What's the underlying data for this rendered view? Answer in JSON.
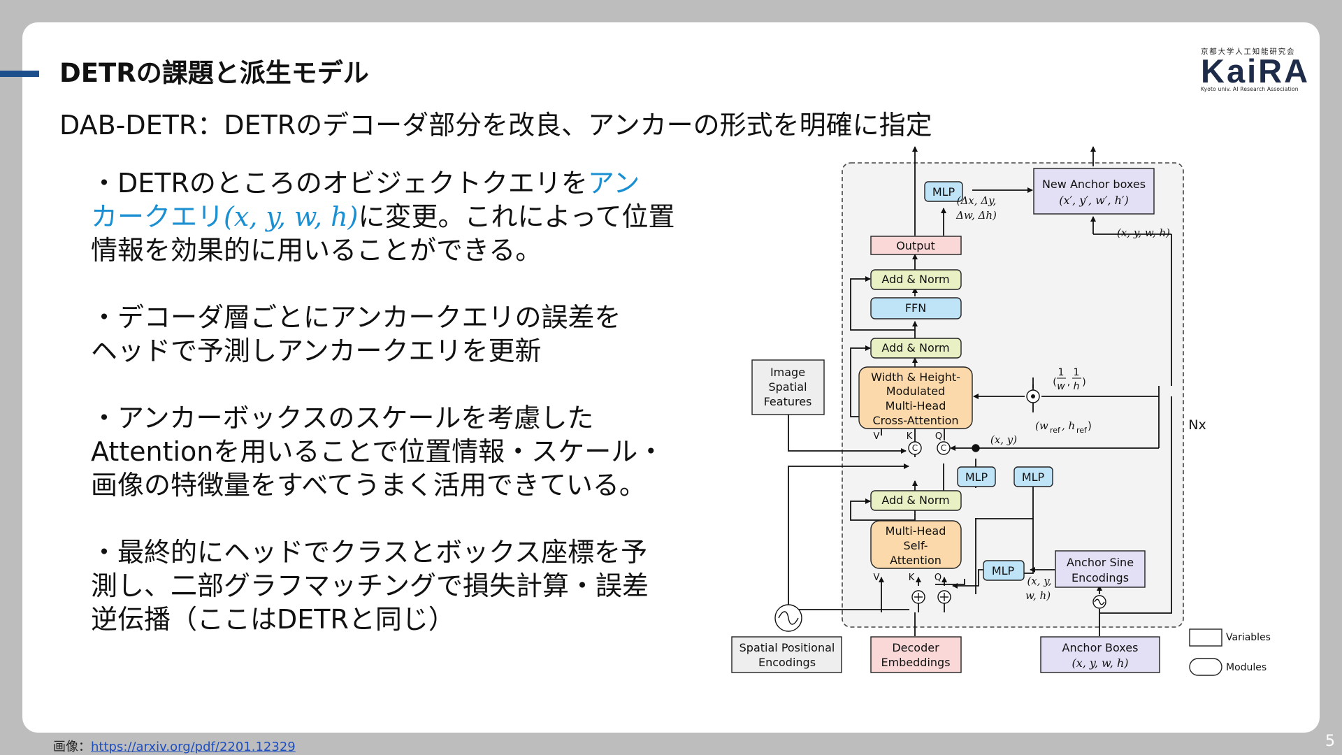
{
  "title": "DETRの課題と派生モデル",
  "subtitle": "DAB-DETR：DETRのデコーダ部分を改良、アンカーの形式を明確に指定",
  "logo": {
    "top": "京都大学人工知能研究会",
    "main": "KaiRA",
    "sub": "Kyoto univ. AI Research Association"
  },
  "bullets": [
    {
      "l1a": "・DETRのところのオビジェクトクエリを",
      "l1b": "アン",
      "l2a": "カークエリ",
      "l2b": "(x, y, w, h)",
      "l2c": "に変更。これによって位置",
      "l3": "情報を効果的に用いることができる。"
    },
    {
      "l1": "・デコーダ層ごとにアンカークエリの誤差を",
      "l2": "ヘッドで予測しアンカークエリを更新"
    },
    {
      "l1": "・アンカーボックスのスケールを考慮した",
      "l2": "Attentionを用いることで位置情報・スケール・",
      "l3": "画像の特徴量をすべてうまく活用できている。"
    },
    {
      "l1": "・最終的にヘッドでクラスとボックス座標を予",
      "l2": "測し、二部グラフマッチングで損失計算・誤差",
      "l3": "逆伝播（ここはDETRと同じ）"
    }
  ],
  "caption": {
    "prefix": "画像：",
    "link": "https://arxiv.org/pdf/2201.12329"
  },
  "page_number": "5",
  "diagram": {
    "mlp_top": "MLP",
    "delta_1": "(Δx, Δy,",
    "delta_2": "Δw, Δh)",
    "new_anchor_1": "New Anchor boxes",
    "new_anchor_2": "(x′, y′, w′, h′)",
    "xywh_right": "(x, y, w, h)",
    "output": "Output",
    "add_norm_top": "Add & Norm",
    "ffn": "FFN",
    "add_norm_mid": "Add & Norm",
    "cross_attn": [
      "Width & Height-",
      "Modulated",
      "Multi-Head",
      "Cross-Attention"
    ],
    "image_spatial": [
      "Image",
      "Spatial",
      "Features"
    ],
    "inv_wh": "(1/w, 1/h)",
    "inv_w_label": "w",
    "inv_h_label": "h",
    "one": "1",
    "wh_ref": "(w_ref, h_ref)",
    "wref": "(w",
    "ref_sub": "ref",
    "href": ", h",
    "close_paren": ")",
    "nx": "Nx",
    "xy": "(x, y)",
    "mlp_left": "MLP",
    "mlp_right": "MLP",
    "add_norm_bottom": "Add & Norm",
    "self_attn": [
      "Multi-Head",
      "Self-",
      "Attention"
    ],
    "mlp_bottom": "MLP",
    "anchor_sine": [
      "Anchor Sine",
      "Encodings"
    ],
    "xywh_bottom_1": "(x, y,",
    "xywh_bottom_2": "w, h)",
    "spatial_pos": [
      "Spatial Positional",
      "Encodings"
    ],
    "decoder_emb": [
      "Decoder",
      "Embeddings"
    ],
    "anchor_boxes_1": "Anchor Boxes",
    "anchor_boxes_2": "(x, y, w, h)",
    "legend_variables": "Variables",
    "legend_modules": "Modules",
    "v": "V",
    "k": "K",
    "q": "Q",
    "c": "C"
  },
  "colors": {
    "accent": "#1d4f8c",
    "highlight": "#1a8fd1",
    "mlp": "#bfe4f7",
    "add_norm": "#e9f0c4",
    "attention": "#fcd9aa",
    "output": "#fbd8d8",
    "anchor": "#e3e0f5",
    "image_features": "#eeeeee"
  }
}
